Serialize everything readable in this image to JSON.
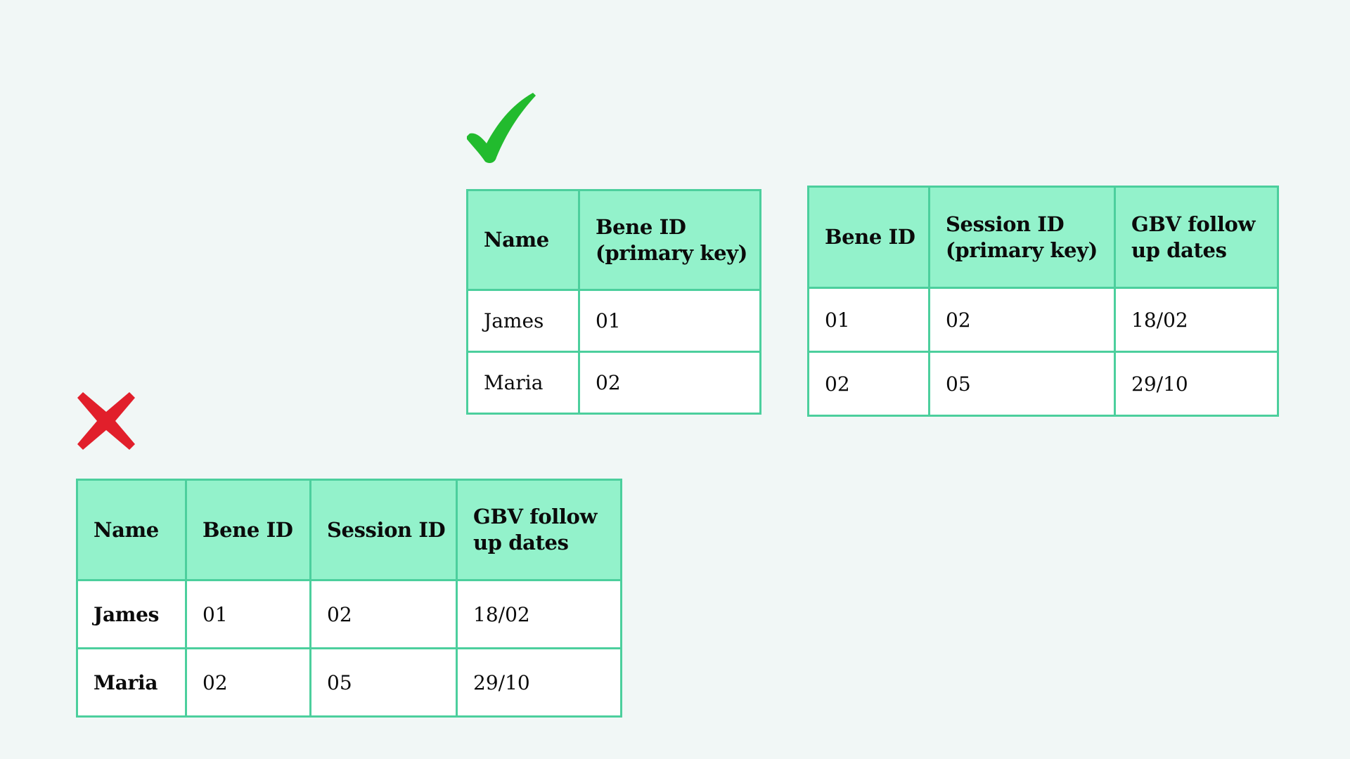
{
  "correct_example": {
    "mark_icon": "check-icon",
    "mark_color": "#22bb2e",
    "beneficiaries_table": {
      "headers": [
        "Name",
        "Bene ID\n(primary key)"
      ],
      "rows": [
        [
          "James",
          "01"
        ],
        [
          "Maria",
          "02"
        ]
      ]
    },
    "sessions_table": {
      "headers": [
        "Bene ID",
        "Session ID\n(primary key)",
        "GBV follow\nup dates"
      ],
      "rows": [
        [
          "01",
          "02",
          "18/02"
        ],
        [
          "02",
          "05",
          "29/10"
        ]
      ]
    }
  },
  "incorrect_example": {
    "mark_icon": "cross-icon",
    "mark_color": "#e11f2b",
    "combined_table": {
      "headers": [
        "Name",
        "Bene ID",
        "Session ID",
        "GBV follow\nup dates"
      ],
      "rows": [
        [
          "James",
          "01",
          "02",
          "18/02"
        ],
        [
          "Maria",
          "02",
          "05",
          "29/10"
        ]
      ]
    }
  },
  "colors": {
    "background": "#f1f7f6",
    "table_border": "#4ccf9d",
    "header_fill": "#93f2cb",
    "cell_fill": "#ffffff"
  }
}
